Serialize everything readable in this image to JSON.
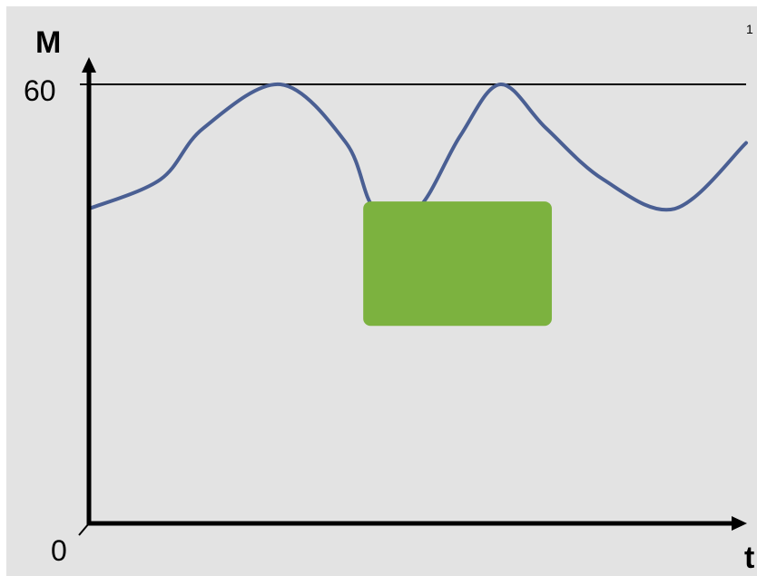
{
  "page_number": "1",
  "colors": {
    "background": "#e3e3e3",
    "curve": "#4a5f93",
    "box": "#7cb23f",
    "axis": "#000000"
  },
  "chart_data": {
    "type": "line",
    "title": "",
    "xlabel": "t",
    "ylabel": "M",
    "ylim": [
      0,
      60
    ],
    "y_ticks": [
      "0",
      "60"
    ],
    "reference_line": {
      "y": 60
    },
    "series": [
      {
        "x": [
          0,
          2.5,
          4,
          6.7,
          9,
          10,
          11.5,
          13,
          14.4,
          16,
          18,
          20.5,
          23
        ],
        "values": [
          43,
          47,
          54,
          60,
          52,
          43,
          43,
          53,
          60,
          54,
          47,
          43,
          52
        ]
      }
    ],
    "occluder": {
      "x_range": [
        9.6,
        16.2
      ],
      "y_range": [
        27,
        44
      ]
    }
  }
}
